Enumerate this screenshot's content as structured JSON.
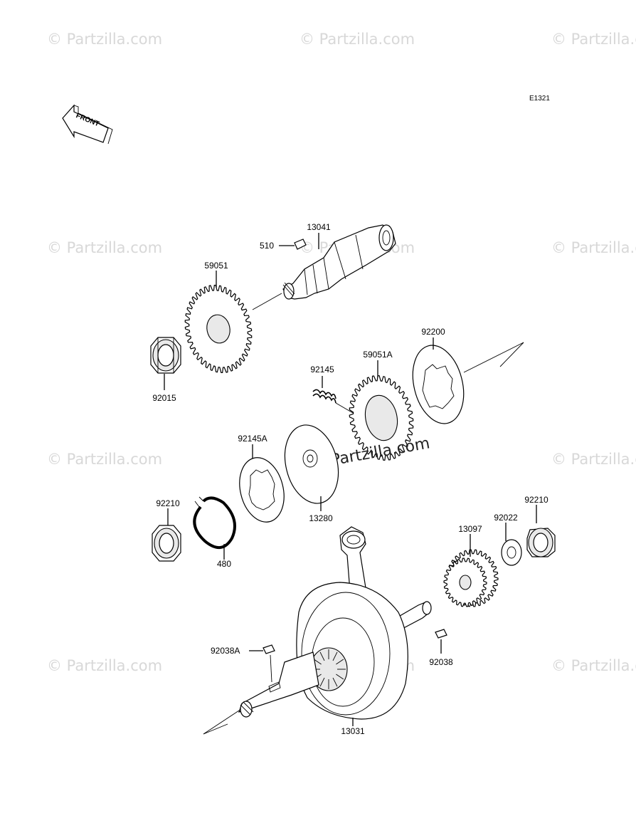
{
  "diagram": {
    "code": "E1321",
    "front_label": "FRONT",
    "watermark": "© Partzilla.com",
    "center_watermark": "© Partzilla.com",
    "parts": [
      {
        "id": "p13041",
        "number": "13041",
        "name": "balancer-shaft"
      },
      {
        "id": "p510",
        "number": "510",
        "name": "woodruff-key"
      },
      {
        "id": "p59051",
        "number": "59051",
        "name": "balancer-drive-gear"
      },
      {
        "id": "p92015",
        "number": "92015",
        "name": "nut"
      },
      {
        "id": "p92200",
        "number": "92200",
        "name": "washer-plate"
      },
      {
        "id": "p92145",
        "number": "92145",
        "name": "spring"
      },
      {
        "id": "p59051a",
        "number": "59051A",
        "name": "balancer-gear"
      },
      {
        "id": "p92145a",
        "number": "92145A",
        "name": "spring-plate"
      },
      {
        "id": "p13280",
        "number": "13280",
        "name": "plate"
      },
      {
        "id": "p92210l",
        "number": "92210",
        "name": "nut-left"
      },
      {
        "id": "p480",
        "number": "480",
        "name": "circlip"
      },
      {
        "id": "p92210r",
        "number": "92210",
        "name": "nut-right"
      },
      {
        "id": "p92022",
        "number": "92022",
        "name": "washer"
      },
      {
        "id": "p13097",
        "number": "13097",
        "name": "crank-gear"
      },
      {
        "id": "p92038a",
        "number": "92038A",
        "name": "key-a"
      },
      {
        "id": "p92038",
        "number": "92038",
        "name": "key"
      },
      {
        "id": "p13031",
        "number": "13031",
        "name": "crankshaft"
      }
    ]
  }
}
